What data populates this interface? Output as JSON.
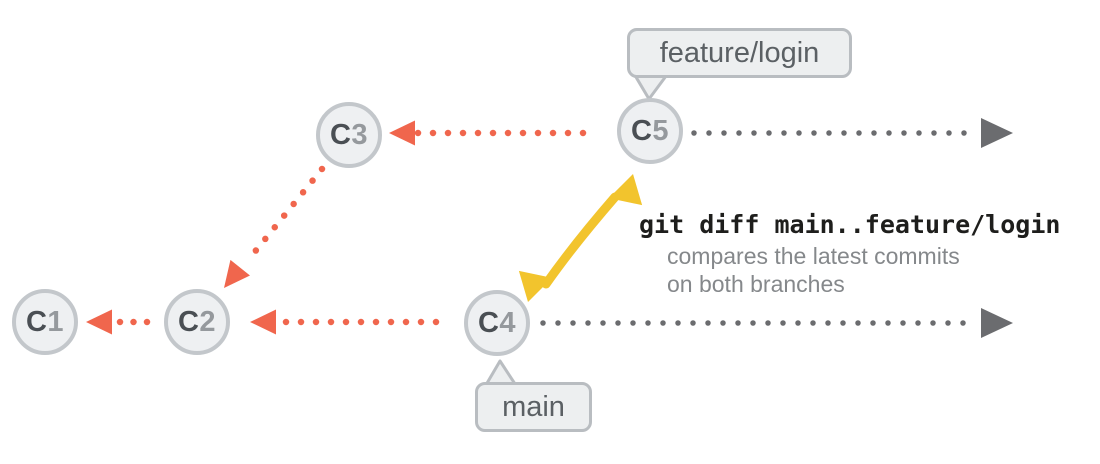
{
  "colors": {
    "red": "#f0664d",
    "gray": "#6b6c6f",
    "yellow": "#f2c42d",
    "node_fill": "#eef0f2",
    "node_border": "#c3c7cb",
    "label_fill": "#edeff0",
    "label_border": "#b9bdc1",
    "command_text": "#1e1e1c",
    "description_text": "#85888b"
  },
  "commits": [
    {
      "letter": "C",
      "number": "1"
    },
    {
      "letter": "C",
      "number": "2"
    },
    {
      "letter": "C",
      "number": "3"
    },
    {
      "letter": "C",
      "number": "4"
    },
    {
      "letter": "C",
      "number": "5"
    }
  ],
  "branches": {
    "feature": "feature/login",
    "main": "main"
  },
  "annotation": {
    "command": "git diff main..feature/login",
    "description_line1": "compares the latest commits",
    "description_line2": "on both branches"
  }
}
